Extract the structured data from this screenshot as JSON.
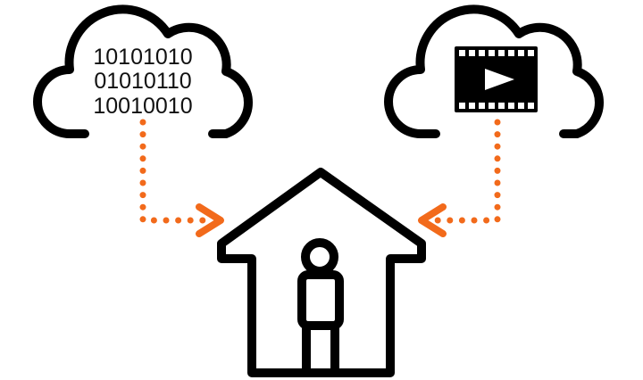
{
  "data_cloud": {
    "binary_lines": [
      "10101010",
      "01010110",
      "10010010"
    ]
  },
  "video_cloud": {
    "icon": "film-play-icon"
  },
  "home": {
    "icon": "house-with-person-icon"
  },
  "colors": {
    "stroke": "#000000",
    "arrow": "#f26a1b"
  }
}
